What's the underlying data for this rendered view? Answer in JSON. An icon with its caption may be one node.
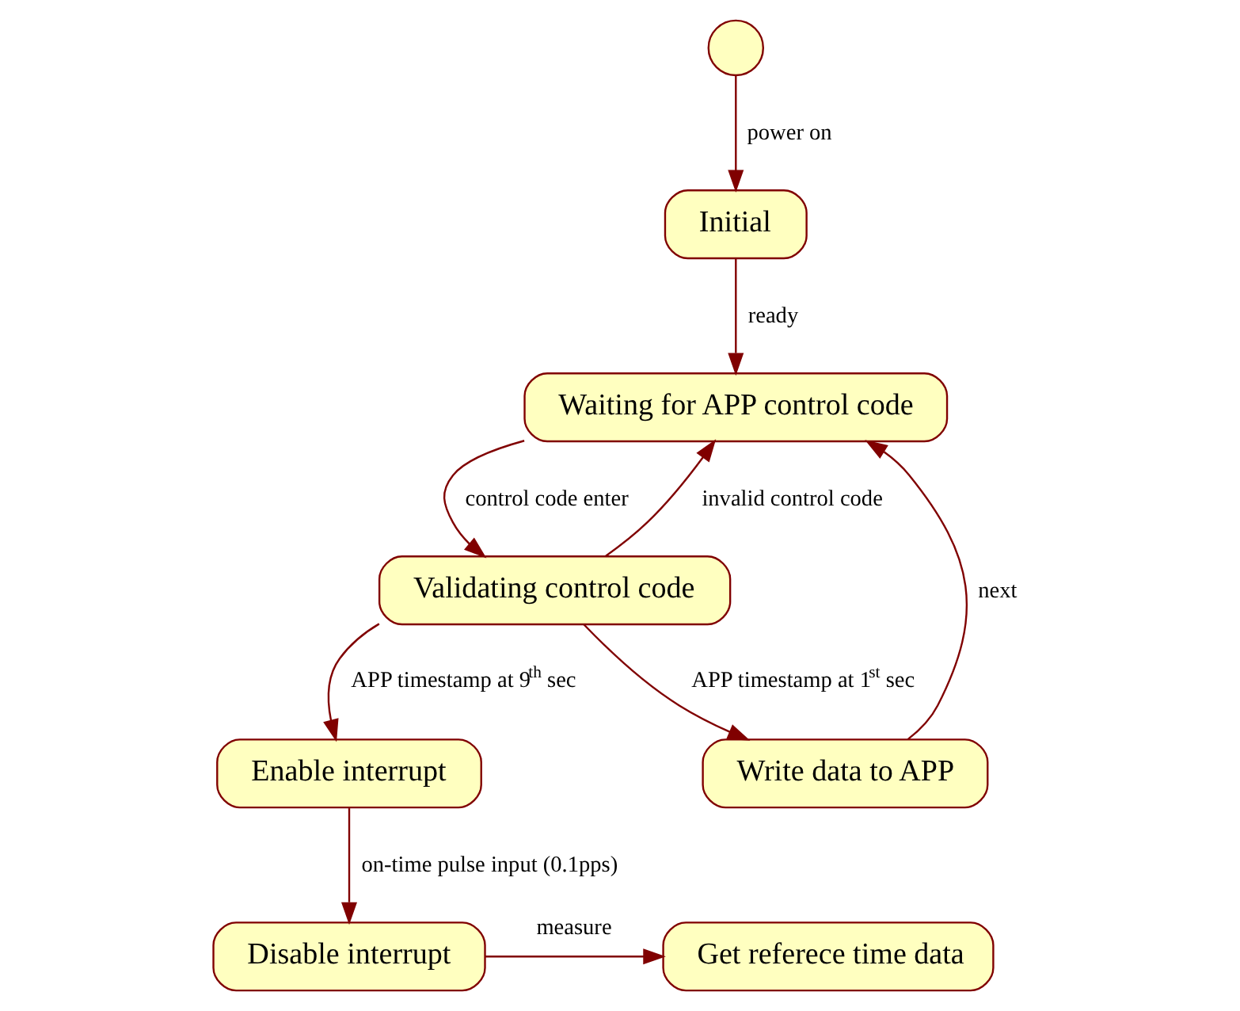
{
  "diagram": {
    "nodes": [
      {
        "text": [],
        "shape": "circle"
      },
      {
        "text": [
          "Initial"
        ]
      },
      {
        "text": [
          "Waiting for APP control code"
        ]
      },
      {
        "text": [
          "Validating control code"
        ]
      },
      {
        "text": [
          "Write data to APP"
        ]
      },
      {
        "text": [
          "Enable interrupt"
        ]
      },
      {
        "text": [
          "Disable interrupt"
        ]
      },
      {
        "text": [
          "Get referece time data"
        ]
      }
    ],
    "edges": [
      {
        "from": 0,
        "to": 1,
        "arrow": "to",
        "label": "power on"
      },
      {
        "from": 1,
        "to": 2,
        "arrow": "to",
        "label": "ready"
      },
      {
        "from": 2,
        "to": 3,
        "arrow": "to",
        "label": "control code enter"
      },
      {
        "from": 3,
        "to": 2,
        "arrow": "to",
        "label": "invalid control code"
      },
      {
        "from": 3,
        "to": 4,
        "arrow": "to",
        "label": "APP timestamp at 1$^{st}$ sec"
      },
      {
        "from": 3,
        "to": 5,
        "arrow": "to",
        "label": "APP timestamp at 9$^{th}$ sec"
      },
      {
        "from": 4,
        "to": 2,
        "arrow": "to",
        "label": "next"
      },
      {
        "from": 5,
        "to": 6,
        "arrow": "to",
        "label": "on-time pulse input (0.1pps)"
      },
      {
        "from": 6,
        "to": 7,
        "arrow": "to",
        "label": "measure"
      }
    ]
  }
}
